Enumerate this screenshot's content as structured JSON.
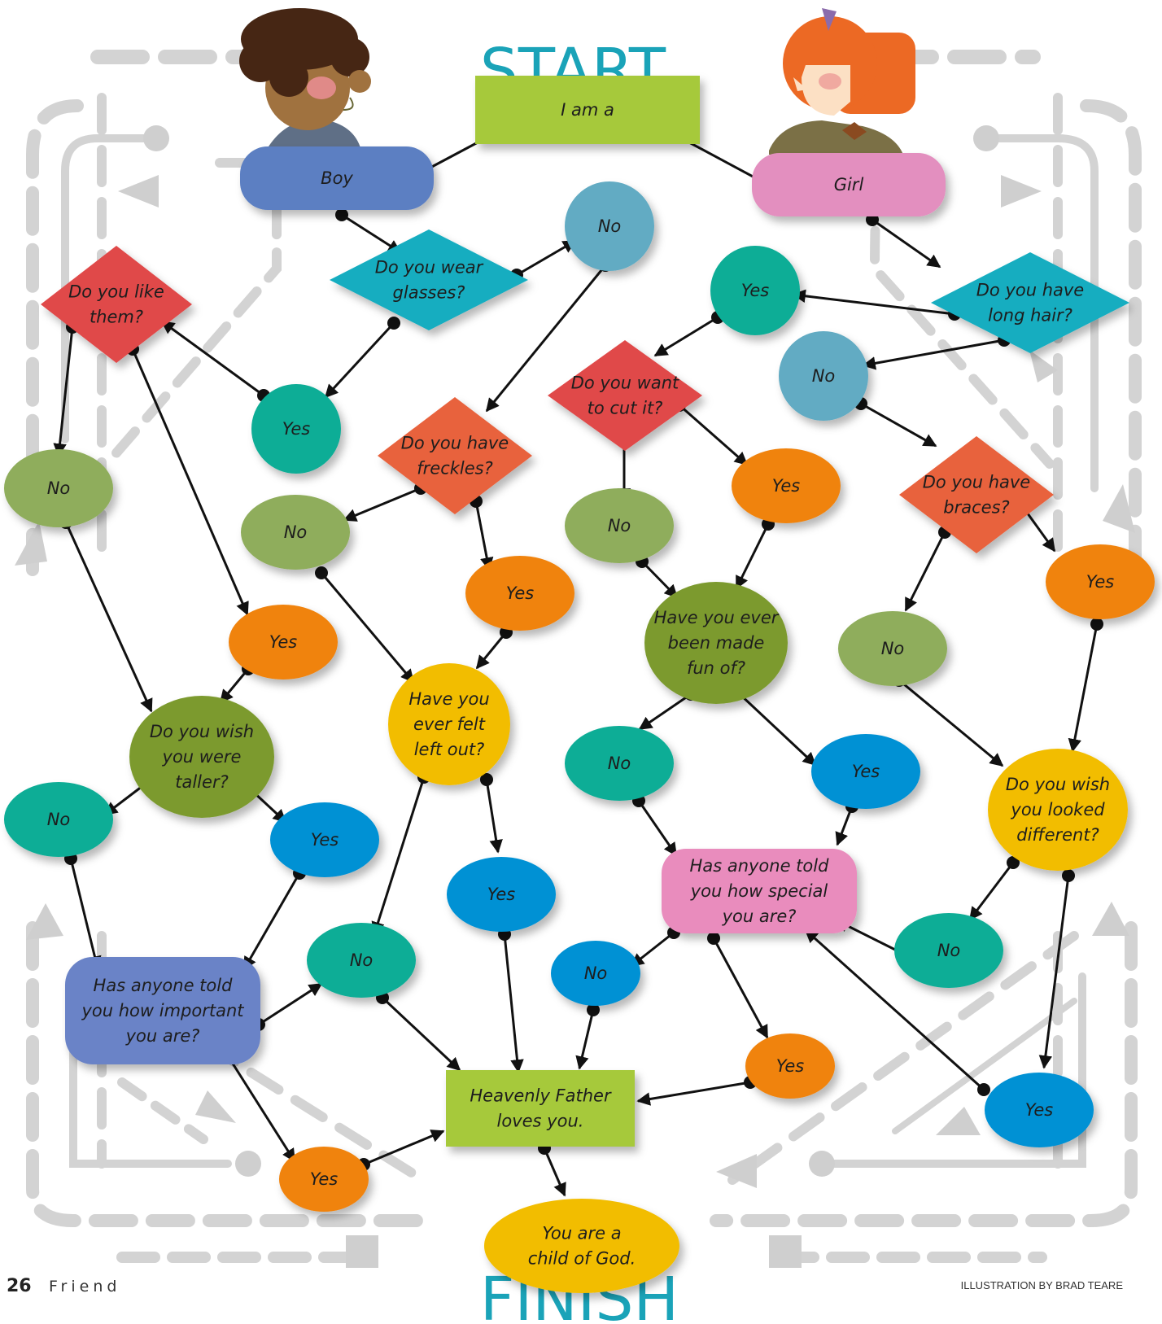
{
  "labels": {
    "start": "START",
    "finish": "FINISH",
    "page_number": "26",
    "magazine": "Friend",
    "credit": "ILLUSTRATION BY BRAD TEARE"
  },
  "colors": {
    "title": "#1aa3b8",
    "green_box": "#a6c93b",
    "boy": "#5b7fc2",
    "girl": "#e38fbf",
    "teal_diamond": "#13adc0",
    "red_diamond": "#e04a4a",
    "orange_diamond": "#e8623d",
    "light_blue": "#62abc3",
    "olive_green": "#8fad5c",
    "dark_olive": "#7b9a2f",
    "teal_green": "#10ad96",
    "orange": "#f0830e",
    "blue": "#0391d4",
    "yellow": "#f2bd02",
    "pink_box": "#e98cbd",
    "purple_box": "#6b83c7"
  },
  "nodes": [
    {
      "id": "start",
      "text": [
        "I am a"
      ]
    },
    {
      "id": "boy",
      "text": [
        "Boy"
      ]
    },
    {
      "id": "girl",
      "text": [
        "Girl"
      ]
    },
    {
      "id": "glasses",
      "text": [
        "Do you wear",
        "glasses?"
      ]
    },
    {
      "id": "g_no",
      "text": [
        "No"
      ]
    },
    {
      "id": "like",
      "text": [
        "Do you like",
        "them?"
      ]
    },
    {
      "id": "g_yes",
      "text": [
        "Yes"
      ]
    },
    {
      "id": "like_no",
      "text": [
        "No"
      ]
    },
    {
      "id": "freckles",
      "text": [
        "Do you have",
        "freckles?"
      ]
    },
    {
      "id": "fr_no",
      "text": [
        "No"
      ]
    },
    {
      "id": "fr_yes",
      "text": [
        "Yes"
      ]
    },
    {
      "id": "like_yes",
      "text": [
        "Yes"
      ]
    },
    {
      "id": "taller",
      "text": [
        "Do you wish",
        "you were",
        "taller?"
      ]
    },
    {
      "id": "leftout",
      "text": [
        "Have you",
        "ever felt",
        "left out?"
      ]
    },
    {
      "id": "t_no",
      "text": [
        "No"
      ]
    },
    {
      "id": "t_yes",
      "text": [
        "Yes"
      ]
    },
    {
      "id": "lo_yes",
      "text": [
        "Yes"
      ]
    },
    {
      "id": "lo_no",
      "text": [
        "No"
      ]
    },
    {
      "id": "important",
      "text": [
        "Has anyone told",
        "you how important",
        "you are?"
      ]
    },
    {
      "id": "imp_yes",
      "text": [
        "Yes"
      ]
    },
    {
      "id": "hf",
      "text": [
        "Heavenly Father",
        "loves you."
      ]
    },
    {
      "id": "child",
      "text": [
        "You are a",
        "child of God."
      ]
    },
    {
      "id": "longhair",
      "text": [
        "Do you have",
        "long hair?"
      ]
    },
    {
      "id": "lh_yes",
      "text": [
        "Yes"
      ]
    },
    {
      "id": "lh_no",
      "text": [
        "No"
      ]
    },
    {
      "id": "cut",
      "text": [
        "Do you want",
        "to cut it?"
      ]
    },
    {
      "id": "cut_no",
      "text": [
        "No"
      ]
    },
    {
      "id": "cut_yes",
      "text": [
        "Yes"
      ]
    },
    {
      "id": "braces",
      "text": [
        "Do you have",
        "braces?"
      ]
    },
    {
      "id": "br_no",
      "text": [
        "No"
      ]
    },
    {
      "id": "br_yes",
      "text": [
        "Yes"
      ]
    },
    {
      "id": "funof",
      "text": [
        "Have you ever",
        "been made",
        "fun of?"
      ]
    },
    {
      "id": "fo_no",
      "text": [
        "No"
      ]
    },
    {
      "id": "fo_yes",
      "text": [
        "Yes"
      ]
    },
    {
      "id": "looked",
      "text": [
        "Do you wish",
        "you looked",
        "different?"
      ]
    },
    {
      "id": "special",
      "text": [
        "Has anyone told",
        "you how special",
        "you are?"
      ]
    },
    {
      "id": "ld_no",
      "text": [
        "No"
      ]
    },
    {
      "id": "ld_yes",
      "text": [
        "Yes"
      ]
    },
    {
      "id": "sp_no",
      "text": [
        "No"
      ]
    },
    {
      "id": "sp_yes",
      "text": [
        "Yes"
      ]
    }
  ]
}
